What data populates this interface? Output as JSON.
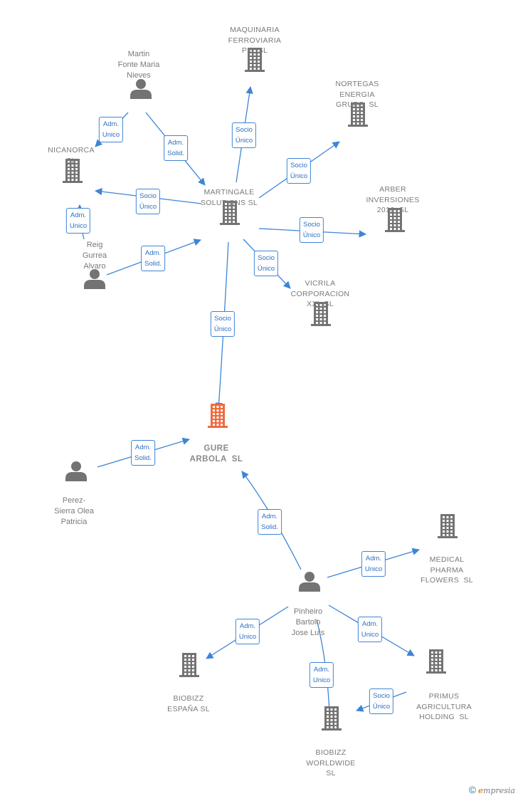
{
  "colors": {
    "edge": "#3d85d6",
    "icon": "#737373",
    "focus": "#f06b3e"
  },
  "nodes": [
    {
      "id": "maquinaria",
      "type": "company",
      "label": "MAQUINARIA\nFERROVIARIA\nPM  SL"
    },
    {
      "id": "martin",
      "type": "person",
      "label": "Martin\nFonte Maria\nNieves"
    },
    {
      "id": "nortegas",
      "type": "company",
      "label": "NORTEGAS\nENERGIA\nGRUPO  SL"
    },
    {
      "id": "nicanorca",
      "type": "company",
      "label": "NICANORCA\nSL"
    },
    {
      "id": "martingale",
      "type": "company",
      "label": "MARTINGALE\nSOLUTIONS SL"
    },
    {
      "id": "arber",
      "type": "company",
      "label": "ARBER\nINVERSIONES\n2016  SL"
    },
    {
      "id": "reig",
      "type": "person",
      "label": "Reig\nGurrea\nAlvaro"
    },
    {
      "id": "vicrila",
      "type": "company",
      "label": "VICRILA\nCORPORACION\nXXI  SL"
    },
    {
      "id": "gure",
      "type": "focus",
      "label": "GURE\nARBOLA  SL"
    },
    {
      "id": "perez",
      "type": "person",
      "label": "Perez-\nSierra Olea\nPatricia"
    },
    {
      "id": "medical",
      "type": "company",
      "label": "MEDICAL\nPHARMA\nFLOWERS  SL"
    },
    {
      "id": "pinheiro",
      "type": "person",
      "label": "Pinheiro\nBartolo\nJose Luis"
    },
    {
      "id": "biobizz_es",
      "type": "company",
      "label": "BIOBIZZ\nESPAÑA SL"
    },
    {
      "id": "primus",
      "type": "company",
      "label": "PRIMUS\nAGRICULTURA\nHOLDING  SL"
    },
    {
      "id": "biobizz_ww",
      "type": "company",
      "label": "BIOBIZZ\nWORLDWIDE\nSL"
    }
  ],
  "edges": [
    {
      "from": "martingale",
      "to": "maquinaria",
      "label": "Socio\nÚnico"
    },
    {
      "from": "martingale",
      "to": "nortegas",
      "label": "Socio\nÚnico"
    },
    {
      "from": "martingale",
      "to": "nicanorca",
      "label": "Socio\nÚnico"
    },
    {
      "from": "martingale",
      "to": "arber",
      "label": "Socio\nÚnico"
    },
    {
      "from": "martingale",
      "to": "vicrila",
      "label": "Socio\nÚnico"
    },
    {
      "from": "martingale",
      "to": "gure",
      "label": "Socio\nÚnico"
    },
    {
      "from": "martin",
      "to": "nicanorca",
      "label": "Adm.\nUnico"
    },
    {
      "from": "martin",
      "to": "martingale",
      "label": "Adm.\nSolid."
    },
    {
      "from": "reig",
      "to": "nicanorca",
      "label": "Adm.\nUnico"
    },
    {
      "from": "reig",
      "to": "martingale",
      "label": "Adm.\nSolid."
    },
    {
      "from": "perez",
      "to": "gure",
      "label": "Adm.\nSolid."
    },
    {
      "from": "pinheiro",
      "to": "gure",
      "label": "Adm.\nSolid."
    },
    {
      "from": "pinheiro",
      "to": "medical",
      "label": "Adm.\nUnico"
    },
    {
      "from": "pinheiro",
      "to": "biobizz_es",
      "label": "Adm.\nUnico"
    },
    {
      "from": "pinheiro",
      "to": "primus",
      "label": "Adm.\nUnico"
    },
    {
      "from": "pinheiro",
      "to": "biobizz_ww",
      "label": "Adm.\nUnico"
    },
    {
      "from": "primus",
      "to": "biobizz_ww",
      "label": "Socio\nÚnico"
    }
  ],
  "brand": {
    "copyright": "©",
    "initial": "e",
    "rest": "mpresia"
  }
}
